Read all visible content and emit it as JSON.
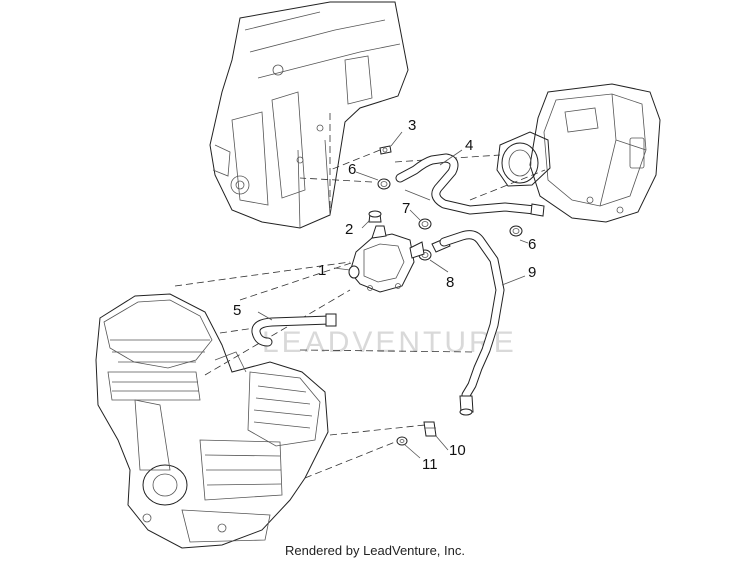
{
  "diagram": {
    "watermark": "LEADVENTURE",
    "footer": "Rendered by LeadVenture, Inc.",
    "callouts": [
      {
        "id": "1",
        "text": "1"
      },
      {
        "id": "2",
        "text": "2"
      },
      {
        "id": "3",
        "text": "3"
      },
      {
        "id": "4",
        "text": "4"
      },
      {
        "id": "5",
        "text": "5"
      },
      {
        "id": "6a",
        "text": "6"
      },
      {
        "id": "6b",
        "text": "6"
      },
      {
        "id": "7",
        "text": "7"
      },
      {
        "id": "8",
        "text": "8"
      },
      {
        "id": "9",
        "text": "9"
      },
      {
        "id": "10",
        "text": "10"
      },
      {
        "id": "11",
        "text": "11"
      }
    ]
  }
}
